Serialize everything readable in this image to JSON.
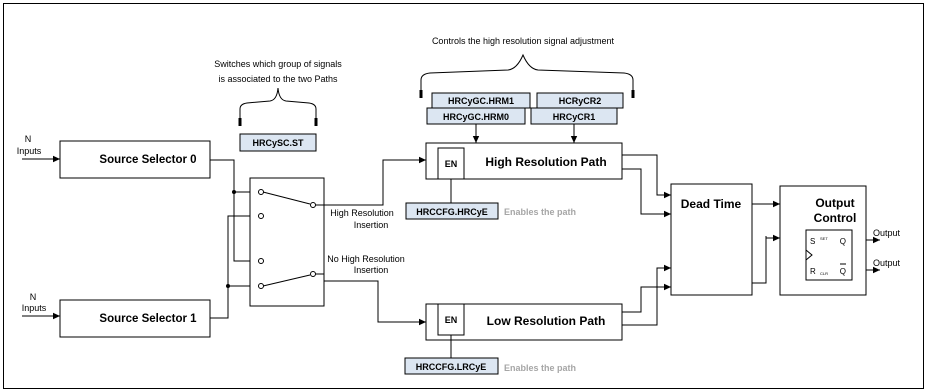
{
  "annotations": {
    "switch_note_line1": "Switches which group of signals",
    "switch_note_line2": "is associated to the two Paths",
    "hr_note": "Controls the high resolution signal adjustment"
  },
  "inputs": {
    "top": {
      "n": "N",
      "label": "Inputs"
    },
    "bottom": {
      "n": "N",
      "label": "Inputs"
    }
  },
  "blocks": {
    "source_selector_0": "Source Selector 0",
    "source_selector_1": "Source Selector 1",
    "high_res_path": "High Resolution Path",
    "low_res_path": "Low Resolution Path",
    "dead_time": "Dead Time",
    "output_control_line1": "Output",
    "output_control_line2": "Control",
    "en_high": "EN",
    "en_low": "EN"
  },
  "registers": {
    "switch": "HRCySC.ST",
    "hrm1": "HRCyGC.HRM1",
    "hrm0": "HRCyGC.HRM0",
    "cr2": "HCRyCR2",
    "cr1": "HRCyCR1",
    "hrcye": "HRCCFG.HRCyE",
    "lrcye": "HRCCFG.LRCyE"
  },
  "labels": {
    "hr_insert_line1": "High Resolution",
    "hr_insert_line2": "Insertion",
    "no_hr_line1": "No High Resolution",
    "no_hr_line2": "Insertion",
    "enables_path_high": "Enables the path",
    "enables_path_low": "Enables the path",
    "output_top": "Output",
    "output_bottom": "Output"
  },
  "flipflop": {
    "s": "S",
    "set": "SET",
    "q": "Q",
    "r": "R",
    "clr": "CLR",
    "qbar": "Q"
  }
}
